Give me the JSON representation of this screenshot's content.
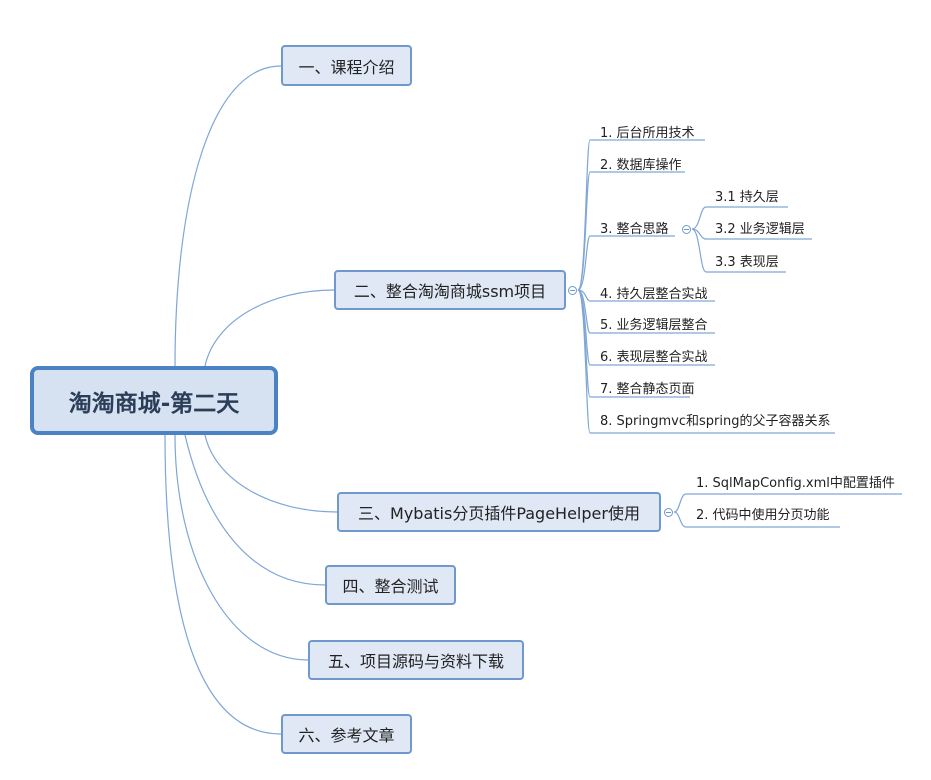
{
  "root": "淘淘商城-第二天",
  "branches": [
    {
      "label": "一、课程介绍"
    },
    {
      "label": "二、整合淘淘商城ssm项目",
      "children": [
        {
          "label": "1. 后台所用技术"
        },
        {
          "label": "2. 数据库操作"
        },
        {
          "label": "3. 整合思路",
          "children": [
            {
              "label": "3.1 持久层"
            },
            {
              "label": "3.2 业务逻辑层"
            },
            {
              "label": "3.3 表现层"
            }
          ]
        },
        {
          "label": "4. 持久层整合实战"
        },
        {
          "label": "5. 业务逻辑层整合"
        },
        {
          "label": "6. 表现层整合实战"
        },
        {
          "label": "7. 整合静态页面"
        },
        {
          "label": "8. Springmvc和spring的父子容器关系"
        }
      ]
    },
    {
      "label": "三、Mybatis分页插件PageHelper使用",
      "children": [
        {
          "label": "1. SqlMapConfig.xml中配置插件"
        },
        {
          "label": "2. 代码中使用分页功能"
        }
      ]
    },
    {
      "label": "四、整合测试"
    },
    {
      "label": "五、项目源码与资料下载"
    },
    {
      "label": "六、参考文章"
    }
  ]
}
